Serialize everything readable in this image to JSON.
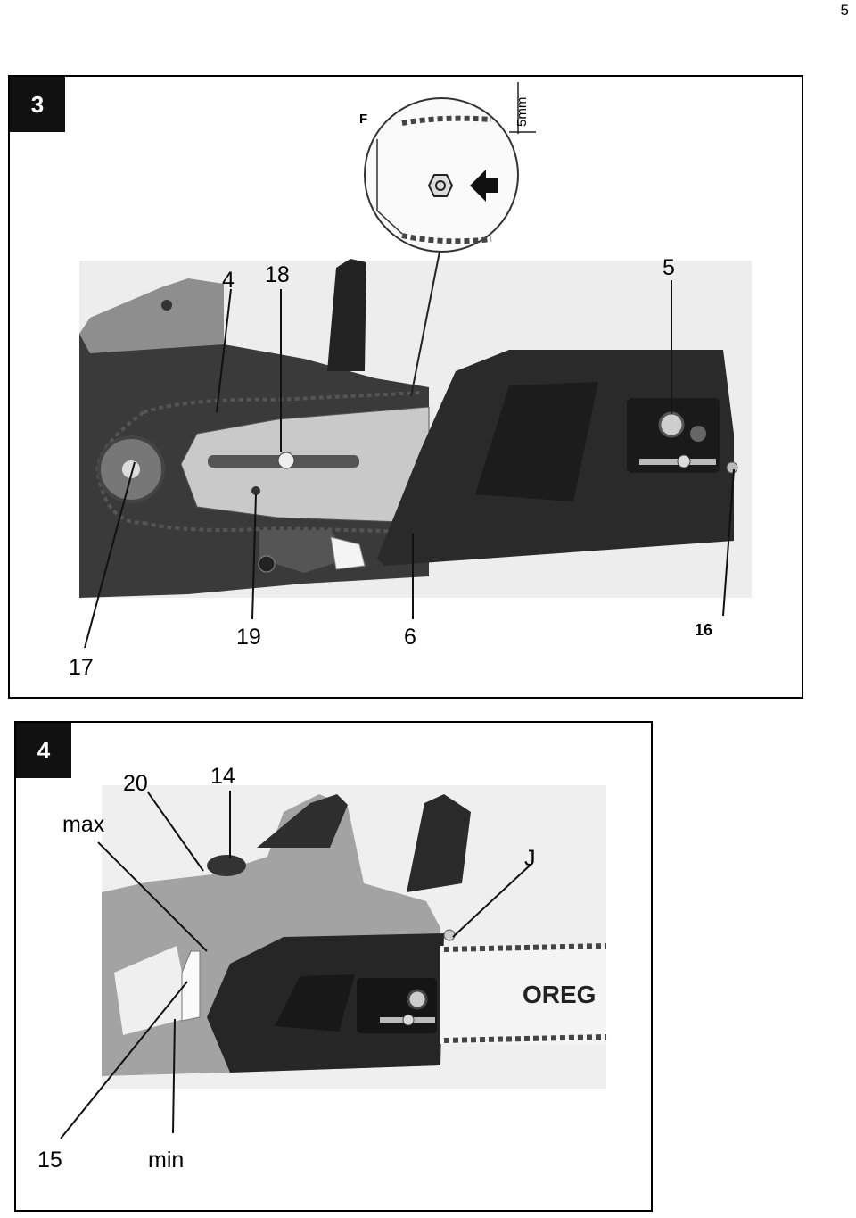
{
  "page_number": "5",
  "figure3": {
    "badge": "3",
    "inset": {
      "letter": "F",
      "measure": "5mm"
    },
    "callouts": {
      "c4": "4",
      "c18": "18",
      "c5": "5",
      "c17": "17",
      "c19": "19",
      "c6": "6",
      "c16": "16"
    }
  },
  "figure4": {
    "badge": "4",
    "bar_brand": "OREG",
    "callouts": {
      "c20": "20",
      "c14": "14",
      "max": "max",
      "j": "J",
      "c15": "15",
      "min": "min"
    }
  }
}
